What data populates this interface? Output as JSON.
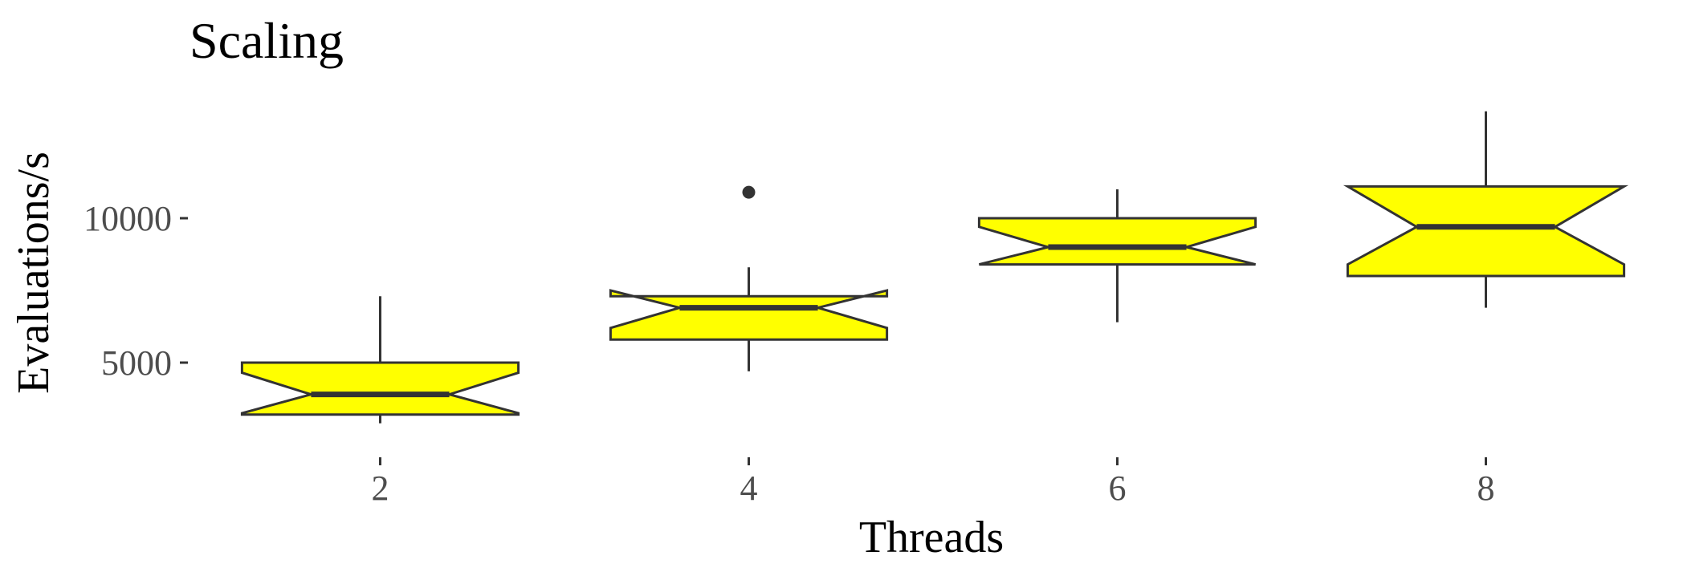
{
  "chart_data": {
    "type": "boxplot",
    "title": "Scaling",
    "xlabel": "Threads",
    "ylabel": "Evaluations/s",
    "categories": [
      "2",
      "4",
      "6",
      "8"
    ],
    "y_ticks": [
      5000,
      10000
    ],
    "y_tick_labels": [
      "5000",
      "10000"
    ],
    "ylim": [
      2000,
      14500
    ],
    "notched": true,
    "fill_color": "#ffff00",
    "line_color": "#333333",
    "grid": false,
    "boxes": [
      {
        "category": "2",
        "whisker_low": 2900,
        "q1": 3200,
        "median": 3900,
        "q3": 5000,
        "whisker_high": 7300,
        "notch_low": 3250,
        "notch_high": 4650,
        "outliers": []
      },
      {
        "category": "4",
        "whisker_low": 4700,
        "q1": 5800,
        "median": 6900,
        "q3": 7300,
        "whisker_high": 8300,
        "notch_low": 6200,
        "notch_high": 7500,
        "outliers": [
          10900
        ]
      },
      {
        "category": "6",
        "whisker_low": 6400,
        "q1": 8400,
        "median": 9000,
        "q3": 10000,
        "whisker_high": 11000,
        "notch_low": 8400,
        "notch_high": 9700,
        "outliers": []
      },
      {
        "category": "8",
        "whisker_low": 6900,
        "q1": 8000,
        "median": 9700,
        "q3": 11100,
        "whisker_high": 13700,
        "notch_low": 8400,
        "notch_high": 11100,
        "outliers": []
      }
    ]
  }
}
